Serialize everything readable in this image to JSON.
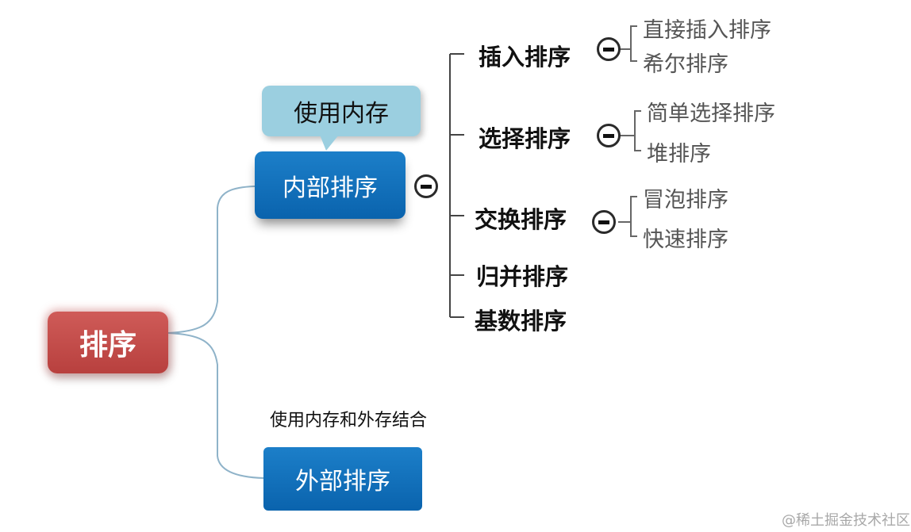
{
  "root": {
    "label": "排序"
  },
  "internal": {
    "label": "内部排序",
    "callout": "使用内存",
    "categories": [
      {
        "label": "插入排序",
        "children": [
          "直接插入排序",
          "希尔排序"
        ]
      },
      {
        "label": "选择排序",
        "children": [
          "简单选择排序",
          "堆排序"
        ]
      },
      {
        "label": "交换排序",
        "children": [
          "冒泡排序",
          "快速排序"
        ]
      },
      {
        "label": "归并排序"
      },
      {
        "label": "基数排序"
      }
    ]
  },
  "external": {
    "label": "外部排序",
    "note": "使用内存和外存结合"
  },
  "watermark": "@稀土掘金技术社区",
  "icons": {
    "toggle": "collapse-minus-icon"
  },
  "colors": {
    "root": "#c0504d",
    "branch": "#0a6ebd",
    "callout": "#9bcfe0",
    "connector": "#8fb3c9",
    "tree_line": "#444444"
  }
}
